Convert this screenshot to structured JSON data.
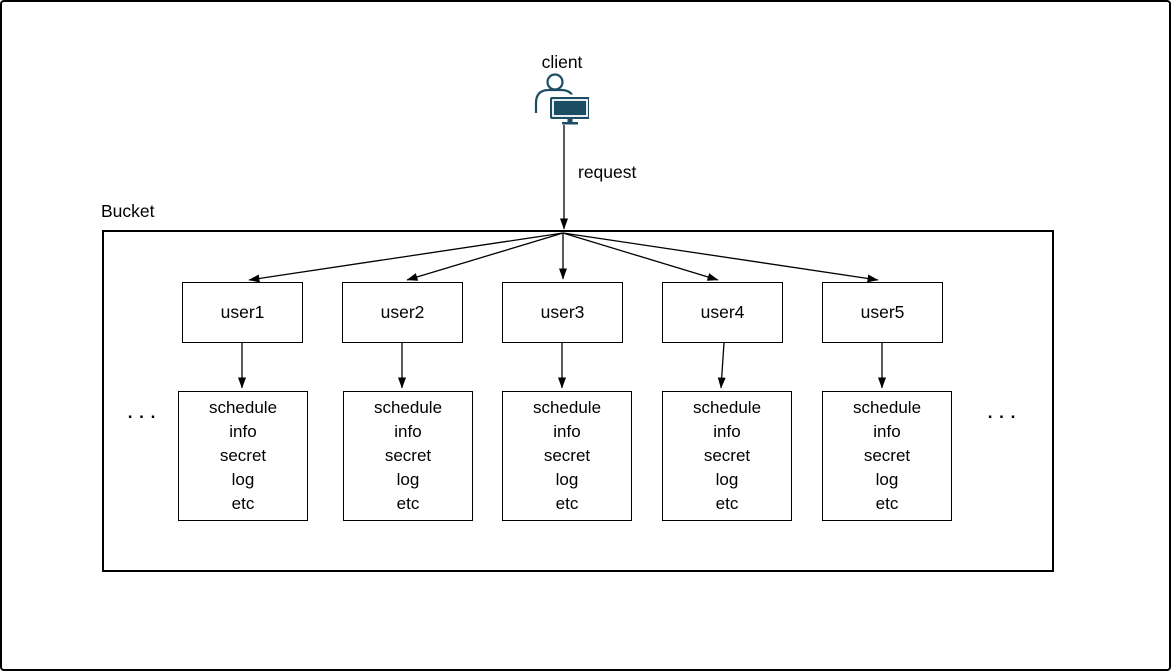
{
  "diagram": {
    "client": {
      "label": "client",
      "icon": "person-at-computer-icon"
    },
    "request_label": "request",
    "bucket_label": "Bucket",
    "ellipsis_left": ". . .",
    "ellipsis_right": ". . .",
    "users": [
      {
        "label": "user1",
        "details": [
          "schedule",
          "info",
          "secret",
          "log",
          "etc"
        ]
      },
      {
        "label": "user2",
        "details": [
          "schedule",
          "info",
          "secret",
          "log",
          "etc"
        ]
      },
      {
        "label": "user3",
        "details": [
          "schedule",
          "info",
          "secret",
          "log",
          "etc"
        ]
      },
      {
        "label": "user4",
        "details": [
          "schedule",
          "info",
          "secret",
          "log",
          "etc"
        ]
      },
      {
        "label": "user5",
        "details": [
          "schedule",
          "info",
          "secret",
          "log",
          "etc"
        ]
      }
    ],
    "colors": {
      "stroke": "#000000",
      "icon_accent": "#1d4d63",
      "background": "#ffffff"
    }
  }
}
